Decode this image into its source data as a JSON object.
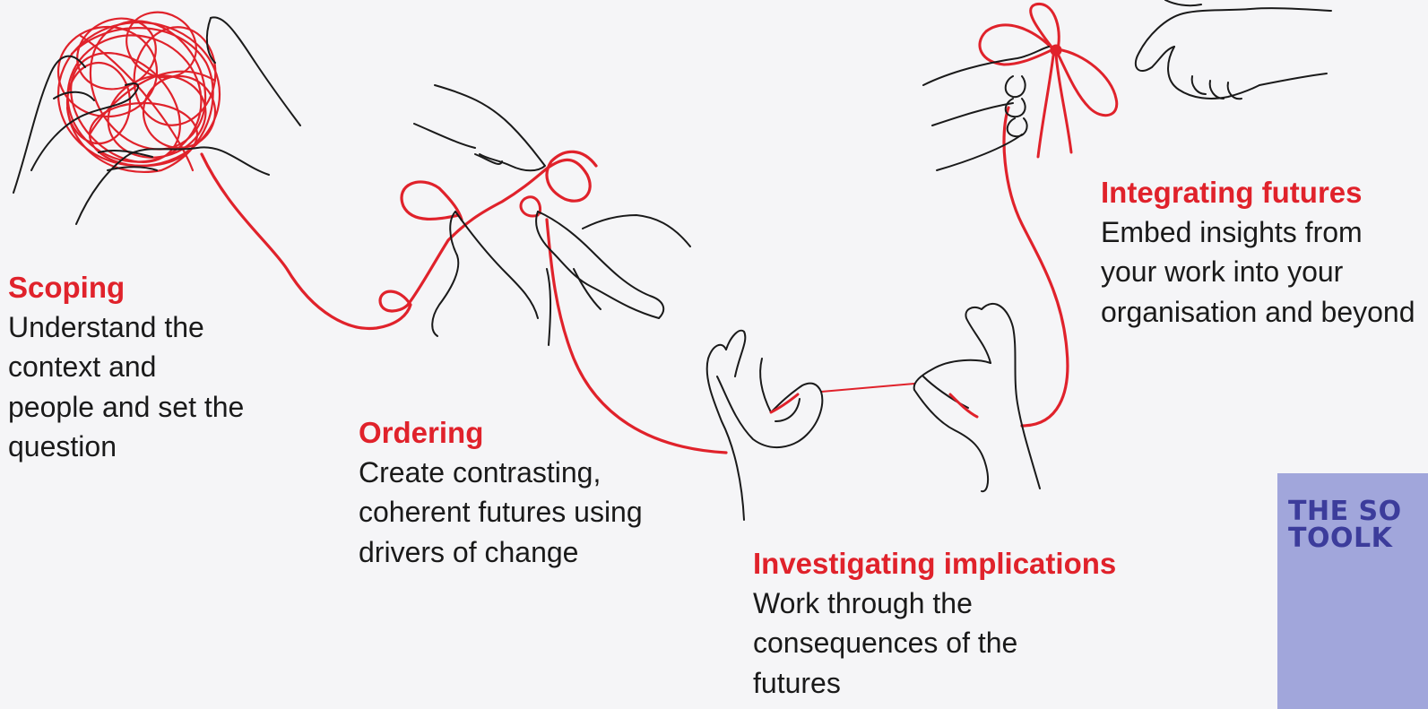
{
  "colors": {
    "accent": "#e0222b",
    "ink": "#1a1a1a",
    "badge_bg": "#a1a6db",
    "badge_text": "#3c3c9b",
    "background": "#f5f5f7"
  },
  "stages": [
    {
      "title": "Scoping",
      "text": "Understand the context and people and set the question"
    },
    {
      "title": "Ordering",
      "text": "Create contrasting, coherent futures using drivers of change"
    },
    {
      "title": "Investigating implications",
      "text": "Work through the consequences of the futures"
    },
    {
      "title": "Integrating futures",
      "text": "Embed insights from your work into your organisation and beyond"
    }
  ],
  "badge": {
    "text": "THE SO\nTOOLK"
  },
  "icons": [
    "tangled-thread-hands-illustration",
    "loops-pointing-hands-illustration",
    "stretched-thread-hands-illustration",
    "bow-tie-hands-illustration"
  ]
}
